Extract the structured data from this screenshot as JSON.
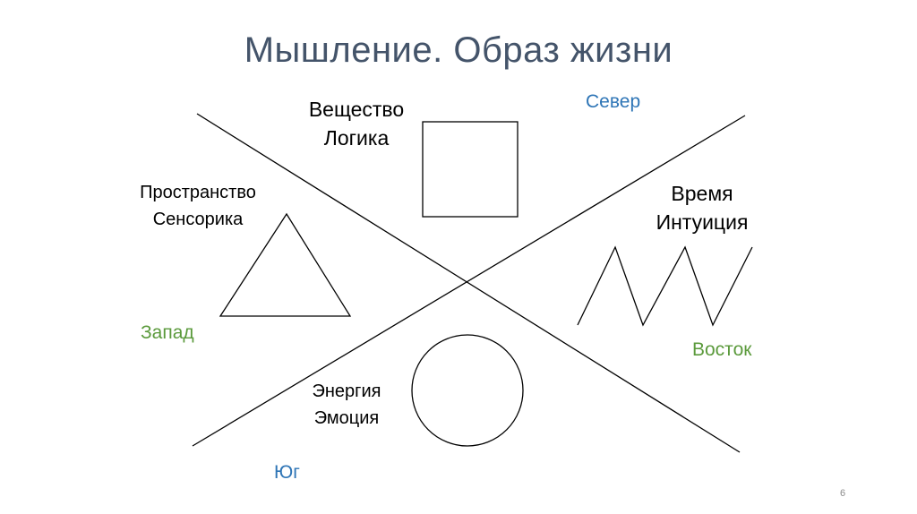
{
  "slide": {
    "title": "Мышление. Образ жизни",
    "page_number": "6"
  },
  "quadrants": {
    "top": {
      "line1": "Вещество",
      "line2": "Логика",
      "shape": "square"
    },
    "left": {
      "line1": "Пространство",
      "line2": "Сенсорика",
      "shape": "triangle"
    },
    "right": {
      "line1": "Время",
      "line2": "Интуиция",
      "shape": "zigzag"
    },
    "bottom": {
      "line1": "Энергия",
      "line2": "Эмоция",
      "shape": "circle"
    }
  },
  "directions": {
    "north": "Север",
    "west": "Запад",
    "east": "Восток",
    "south": "Юг"
  },
  "colors": {
    "title": "#44546a",
    "north_south": "#2e75b6",
    "west_east": "#5b9a3c",
    "lines": "#000000"
  }
}
